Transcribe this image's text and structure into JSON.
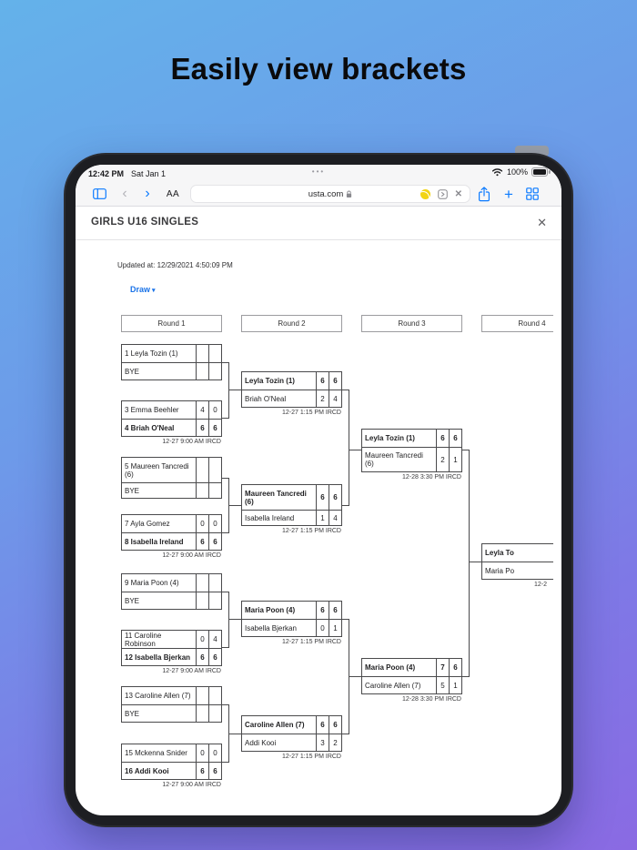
{
  "hero": {
    "title": "Easily view brackets"
  },
  "status": {
    "time": "12:42 PM",
    "date": "Sat Jan 1",
    "battery_pct": "100%",
    "dots": "•••"
  },
  "toolbar": {
    "reader": "AA",
    "url": "usta.com",
    "back": "‹",
    "forward": "›",
    "plus": "+",
    "stop": "✕"
  },
  "icons": {
    "sidebar": "panel-outline",
    "wifi": "arcs",
    "battery": "filled",
    "favicon": "tennis-ball-yellow #f2d414",
    "share": "square-arrow-up",
    "tabs": "grid-2x2",
    "lock": "padlock",
    "accent_blue": "#0a7aff",
    "link_blue": "#1a73e8"
  },
  "page": {
    "title": "GIRLS U16 SINGLES",
    "close": "✕",
    "updated": "Updated at: 12/29/2021 4:50:09 PM",
    "draw": "Draw",
    "draw_caret": "▾"
  },
  "bracket": {
    "rounds": [
      "Round 1",
      "Round 2",
      "Round 3",
      "Round 4"
    ],
    "r1": [
      {
        "p1": "1 Leyla Tozin (1)",
        "s1a": "",
        "s1b": "",
        "p2": "BYE",
        "s2a": "",
        "s2b": ""
      },
      {
        "p1": "3 Emma Beehler",
        "s1a": "4",
        "s1b": "0",
        "p2": "4 Briah O'Neal",
        "s2a": "6",
        "s2b": "6",
        "note": "12-27 9:00 AM IRCD"
      },
      {
        "p1": "5 Maureen Tancredi (6)",
        "s1a": "",
        "s1b": "",
        "p2": "BYE",
        "s2a": "",
        "s2b": ""
      },
      {
        "p1": "7 Ayla Gomez",
        "s1a": "0",
        "s1b": "0",
        "p2": "8 Isabella Ireland",
        "s2a": "6",
        "s2b": "6",
        "note": "12-27 9:00 AM IRCD"
      },
      {
        "p1": "9 Maria Poon (4)",
        "s1a": "",
        "s1b": "",
        "p2": "BYE",
        "s2a": "",
        "s2b": ""
      },
      {
        "p1": "11 Caroline Robinson",
        "s1a": "0",
        "s1b": "4",
        "p2": "12 Isabella Bjerkan",
        "s2a": "6",
        "s2b": "6",
        "note": "12-27 9:00 AM IRCD"
      },
      {
        "p1": "13 Caroline Allen (7)",
        "s1a": "",
        "s1b": "",
        "p2": "BYE",
        "s2a": "",
        "s2b": ""
      },
      {
        "p1": "15 Mckenna Snider",
        "s1a": "0",
        "s1b": "0",
        "p2": "16 Addi Kooi",
        "s2a": "6",
        "s2b": "6",
        "note": "12-27 9:00 AM IRCD"
      }
    ],
    "r2": [
      {
        "p1": "Leyla Tozin (1)",
        "s1a": "6",
        "s1b": "6",
        "p2": "Briah O'Neal",
        "s2a": "2",
        "s2b": "4",
        "note": "12-27 1:15 PM IRCD"
      },
      {
        "p1": "Maureen Tancredi (6)",
        "s1a": "6",
        "s1b": "6",
        "p2": "Isabella Ireland",
        "s2a": "1",
        "s2b": "4",
        "note": "12-27 1:15 PM IRCD"
      },
      {
        "p1": "Maria Poon (4)",
        "s1a": "6",
        "s1b": "6",
        "p2": "Isabella Bjerkan",
        "s2a": "0",
        "s2b": "1",
        "note": "12-27 1:15 PM IRCD"
      },
      {
        "p1": "Caroline Allen (7)",
        "s1a": "6",
        "s1b": "6",
        "p2": "Addi Kooi",
        "s2a": "3",
        "s2b": "2",
        "note": "12-27 1:15 PM IRCD"
      }
    ],
    "r3": [
      {
        "p1": "Leyla Tozin (1)",
        "s1a": "6",
        "s1b": "6",
        "p2": "Maureen Tancredi (6)",
        "s2a": "2",
        "s2b": "1",
        "note": "12-28 3:30 PM IRCD"
      },
      {
        "p1": "Maria Poon (4)",
        "s1a": "7",
        "s1b": "6",
        "p2": "Caroline Allen (7)",
        "s2a": "5",
        "s2b": "1",
        "note": "12-28 3:30 PM IRCD"
      }
    ],
    "r4": [
      {
        "p1": "Leyla To",
        "p2": "Maria Po",
        "note": "12-2"
      }
    ]
  }
}
